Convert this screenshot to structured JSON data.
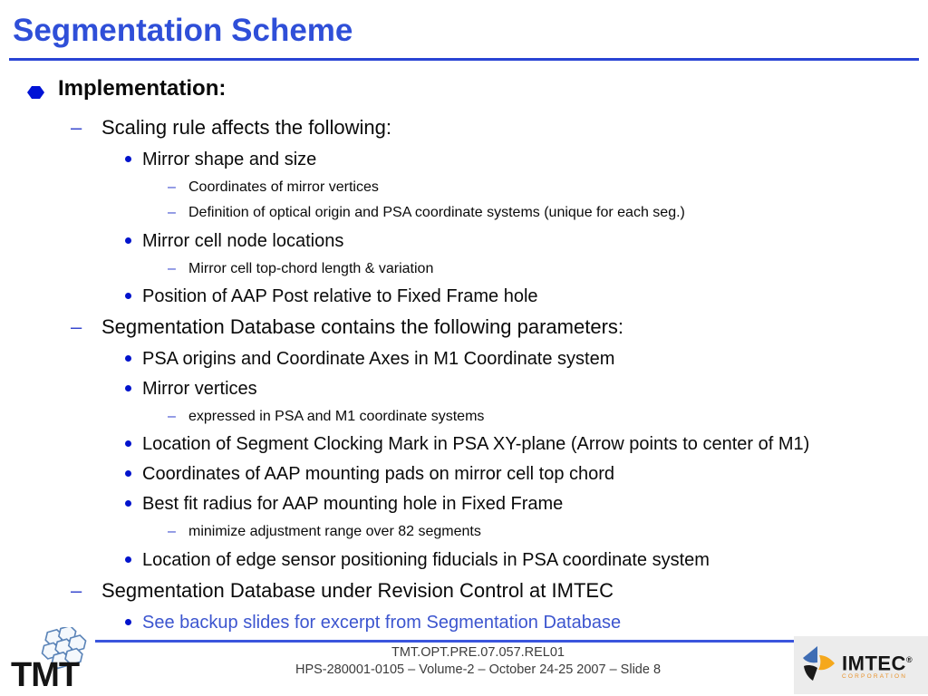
{
  "slide": {
    "title": "Segmentation Scheme",
    "bullets": [
      {
        "level": 0,
        "style": "hexagon",
        "text": "Implementation:"
      },
      {
        "level": 1,
        "style": "dash",
        "text": "Scaling rule affects the following:"
      },
      {
        "level": 2,
        "style": "dot",
        "text": "Mirror shape and size"
      },
      {
        "level": 3,
        "style": "dash",
        "text": "Coordinates of mirror vertices"
      },
      {
        "level": 3,
        "style": "dash",
        "text": "Definition of optical origin and PSA coordinate systems (unique for each seg.)"
      },
      {
        "level": 2,
        "style": "dot",
        "text": "Mirror cell node locations"
      },
      {
        "level": 3,
        "style": "dash",
        "text": "Mirror cell top-chord length & variation"
      },
      {
        "level": 2,
        "style": "dot",
        "text": "Position of AAP Post relative to Fixed Frame hole"
      },
      {
        "level": 1,
        "style": "dash",
        "text": "Segmentation Database contains the following parameters:"
      },
      {
        "level": 2,
        "style": "dot",
        "text": "PSA origins and Coordinate Axes in M1 Coordinate system"
      },
      {
        "level": 2,
        "style": "dot",
        "text": "Mirror vertices"
      },
      {
        "level": 3,
        "style": "dash",
        "text": "expressed in PSA and M1 coordinate systems"
      },
      {
        "level": 2,
        "style": "dot",
        "text": "Location of Segment Clocking Mark in PSA XY-plane (Arrow points to center of M1)"
      },
      {
        "level": 2,
        "style": "dot",
        "text": "Coordinates of AAP mounting pads on mirror cell top chord"
      },
      {
        "level": 2,
        "style": "dot",
        "text": "Best fit radius for AAP mounting hole in Fixed Frame"
      },
      {
        "level": 3,
        "style": "dash",
        "text": "minimize adjustment range over 82 segments"
      },
      {
        "level": 2,
        "style": "dot",
        "text": "Location of edge sensor positioning fiducials in PSA coordinate system"
      },
      {
        "level": 1,
        "style": "dash",
        "text": "Segmentation Database under Revision Control at IMTEC"
      },
      {
        "level": 2,
        "style": "dot",
        "text": "See backup slides for excerpt from Segmentation Database",
        "link": true
      }
    ],
    "footer": {
      "line1": "TMT.OPT.PRE.07.057.REL01",
      "line2": "HPS-280001-0105 – Volume-2 – October 24-25 2007 – Slide 8"
    },
    "logos": {
      "tmt": {
        "label": "TMT"
      },
      "imtec": {
        "name": "IMTEC",
        "registered": "®",
        "subtitle": "CORPORATION"
      }
    }
  },
  "glyphs": {
    "dash": "–"
  },
  "colors": {
    "title_blue": "#2f4fd8",
    "rule_blue": "#2944d4",
    "bullet_blue": "#0013cc",
    "dash_blue": "#3949cf",
    "link_blue": "#3c55cf",
    "footer_line_blue": "#3a55dd",
    "footer_text_gray": "#3c3c3c",
    "imtec_orange": "#e8922a",
    "imtec_icon_blue": "#3f6db4",
    "imtec_icon_orange": "#f5a81c",
    "tmt_hex_blue": "#5b84b8"
  }
}
